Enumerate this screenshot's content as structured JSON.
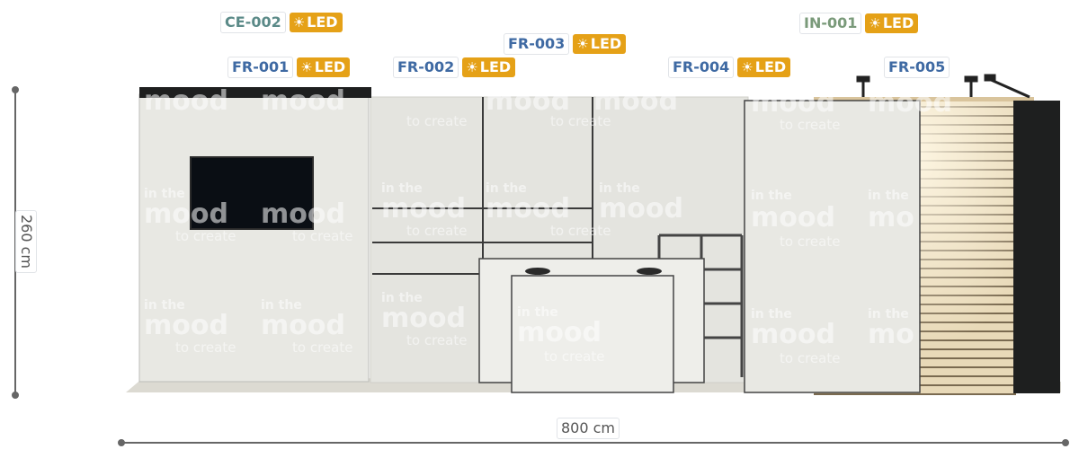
{
  "tags": [
    {
      "code": "CE-002",
      "led": "LED",
      "color": "#5b8a88"
    },
    {
      "code": "FR-001",
      "led": "LED",
      "color": "#3f6aa3"
    },
    {
      "code": "FR-002",
      "led": "LED",
      "color": "#3f6aa3"
    },
    {
      "code": "FR-003",
      "led": "LED",
      "color": "#3f6aa3"
    },
    {
      "code": "FR-004",
      "led": "LED",
      "color": "#3f6aa3"
    },
    {
      "code": "IN-001",
      "led": "LED",
      "color": "#7a9a7a"
    },
    {
      "code": "FR-005",
      "led": null,
      "color": "#3f6aa3"
    }
  ],
  "dimensions": {
    "height": "260 cm",
    "width": "800 cm"
  },
  "watermark": {
    "line1": "in the",
    "line2": "mood",
    "line3": "to create"
  },
  "colors": {
    "panel": "#e8e8e3",
    "led": "#e5a117",
    "dark": "#1e1f1f",
    "wood": "#e6d5b5",
    "dim": "#666666"
  },
  "icons": {
    "led_symbol": "sun-icon"
  }
}
